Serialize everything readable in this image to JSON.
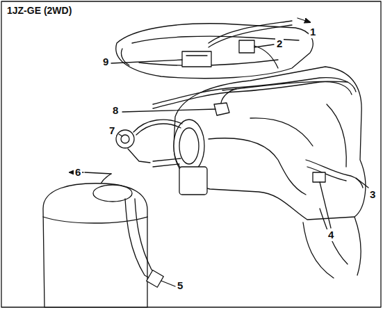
{
  "diagram": {
    "title": "1JZ-GE (2WD)",
    "labels": [
      "1",
      "2",
      "3",
      "4",
      "5",
      "6",
      "7",
      "8",
      "9"
    ]
  }
}
